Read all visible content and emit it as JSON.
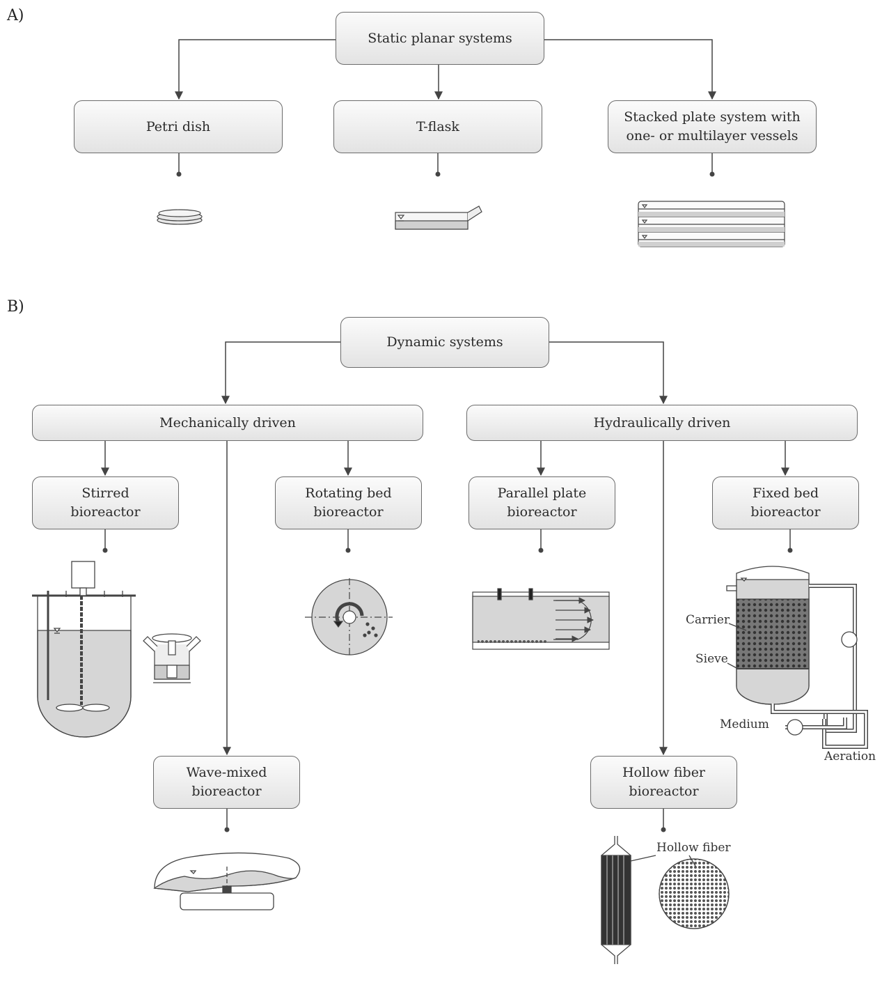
{
  "panels": {
    "a": "A)",
    "b": "B)"
  },
  "nodes": {
    "static": "Static planar systems",
    "petri": "Petri dish",
    "tflask": "T-flask",
    "stacked": "Stacked plate system with\none- or multilayer vessels",
    "dynamic": "Dynamic systems",
    "mechanical": "Mechanically driven",
    "hydraulic": "Hydraulically driven",
    "stirred": "Stirred\nbioreactor",
    "rotating": "Rotating bed\nbioreactor",
    "parallel": "Parallel plate\nbioreactor",
    "fixed": "Fixed bed\nbioreactor",
    "wave": "Wave-mixed\nbioreactor",
    "hollow": "Hollow fiber\nbioreactor"
  },
  "annotations": {
    "carrier": "Carrier",
    "sieve": "Sieve",
    "medium": "Medium",
    "aeration": "Aeration",
    "hollow_fiber": "Hollow fiber"
  }
}
